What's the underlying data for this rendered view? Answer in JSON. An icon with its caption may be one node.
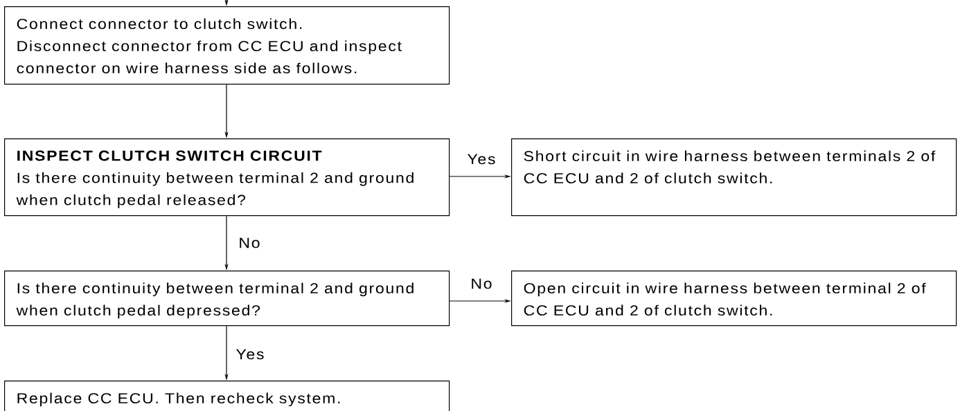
{
  "diagram": {
    "nodes": [
      {
        "text": [
          "Connect connector to clutch switch.",
          "Disconnect connector from CC ECU and inspect connector on wire harness side as follows."
        ]
      },
      {
        "text": [
          "INSPECT CLUTCH SWITCH CIRCUIT",
          "Is there continuity between terminal 2 and ground when clutch pedal released?"
        ]
      },
      {
        "text": [
          "Short circuit in wire harness between terminals 2 of CC ECU and 2 of clutch switch."
        ]
      },
      {
        "text": [
          "Is there continuity between terminal 2 and ground when clutch pedal depressed?"
        ]
      },
      {
        "text": [
          "Open circuit in wire harness between terminal 2 of CC ECU and 2 of clutch switch."
        ]
      },
      {
        "text": [
          "Replace CC ECU. Then recheck system."
        ]
      }
    ],
    "edges": [
      {
        "from": null,
        "to": 0,
        "arrow": "to"
      },
      {
        "from": 0,
        "to": 1,
        "arrow": "to"
      },
      {
        "from": 1,
        "to": 2,
        "arrow": "to",
        "label": "Yes"
      },
      {
        "from": 1,
        "to": 3,
        "arrow": "to",
        "label": "No"
      },
      {
        "from": 3,
        "to": 4,
        "arrow": "to",
        "label": "No"
      },
      {
        "from": 3,
        "to": 5,
        "arrow": "to",
        "label": "Yes"
      }
    ]
  }
}
